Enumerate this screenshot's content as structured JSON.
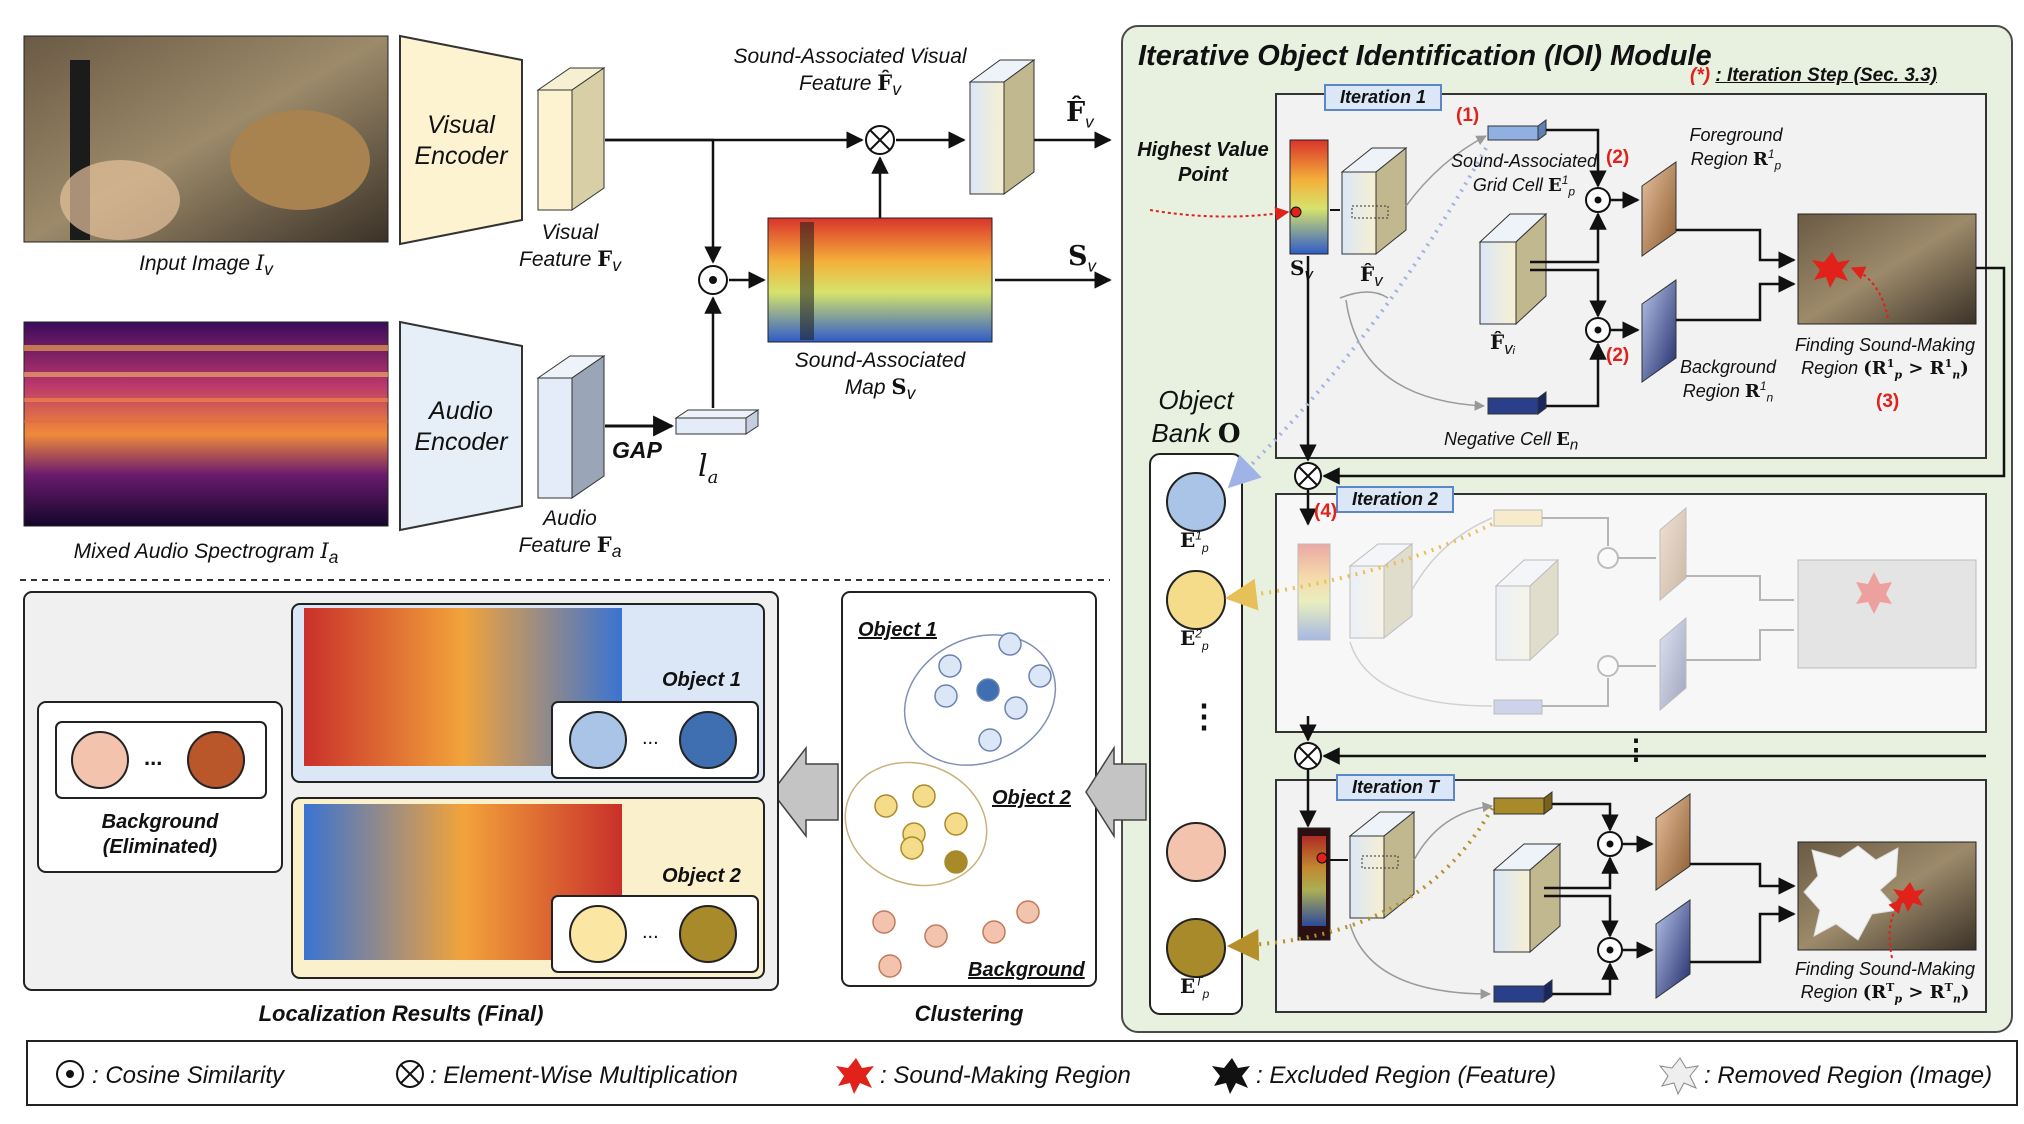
{
  "input": {
    "image_label": "Input Image",
    "image_sym": "I",
    "image_sub": "v",
    "spectrogram_label": "Mixed Audio Spectrogram",
    "spectrogram_sym": "I",
    "spectrogram_sub": "a"
  },
  "encoders": {
    "visual_l1": "Visual",
    "visual_l2": "Encoder",
    "audio_l1": "Audio",
    "audio_l2": "Encoder"
  },
  "features": {
    "visual_l1": "Visual",
    "visual_l2": "Feature",
    "visual_sym": "F",
    "visual_sub": "v",
    "audio_l1": "Audio",
    "audio_l2": "Feature",
    "audio_sym": "F",
    "audio_sub": "a",
    "gap": "GAP",
    "la_sym": "l",
    "la_sub": "a",
    "sav_l1": "Sound-Associated Visual",
    "sav_l2": "Feature",
    "sav_sym": "F̂",
    "sav_sub": "v",
    "out_f_sym": "F̂",
    "out_f_sub": "v",
    "out_s_sym": "S",
    "out_s_sub": "v",
    "map_l1": "Sound-Associated",
    "map_l2": "Map",
    "map_sym": "S",
    "map_sub": "v"
  },
  "ioi": {
    "title": "Iterative Object Identification (IOI) Module",
    "iter_note_mark": "(*)",
    "iter_note_text": ": Iteration Step (Sec. 3.3)",
    "iteration1": "Iteration 1",
    "iteration2": "Iteration 2",
    "iterationT": "Iteration T",
    "highest_l1": "Highest Value",
    "highest_l2": "Point",
    "grid_l1": "Sound-Associated",
    "grid_l2": "Grid Cell",
    "grid_sym": "E",
    "grid_sub": "p",
    "grid_sup": "1",
    "fg_l1": "Foreground",
    "fg_l2": "Region",
    "fg_sym": "R",
    "fg_sub": "p",
    "fg_sup": "1",
    "bg_l1": "Background",
    "bg_l2": "Region",
    "bg_sym": "R",
    "bg_sub": "n",
    "bg_sup": "1",
    "neg_l1": "Negative Cell",
    "neg_sym": "E",
    "neg_sub": "n",
    "find1_l1": "Finding Sound-Making",
    "find1_l2": "Region",
    "find1_math": "(R",
    "findT_l1": "Finding Sound-Making",
    "findT_l2": "Region",
    "sv_sym": "S",
    "sv_sub": "v",
    "fv_sym": "F̂",
    "fv_sub": "v",
    "fvi_sym": "F̂",
    "fvi_sub": "v",
    "fvi_subsub": "i",
    "step1": "(1)",
    "step2a": "(2)",
    "step2b": "(2)",
    "step3": "(3)",
    "step4": "(4)",
    "sup1": "1",
    "supT": "T",
    "sub_p": "p",
    "sub_n": "n"
  },
  "bank": {
    "title_l1": "Object",
    "title_l2": "Bank",
    "title_sym": "O",
    "e1_sym": "E",
    "e1_sub": "p",
    "e1_sup": "1",
    "e2_sym": "E",
    "e2_sub": "p",
    "e2_sup": "2",
    "eT_sym": "E",
    "eT_sub": "p",
    "eT_sup": "T",
    "dots": "⋮"
  },
  "clustering": {
    "object1": "Object 1",
    "object2": "Object 2",
    "background": "Background",
    "caption": "Clustering"
  },
  "results": {
    "object1": "Object 1",
    "object2": "Object 2",
    "background_l1": "Background",
    "background_l2": "(Eliminated)",
    "ellipsis": "...",
    "caption": "Localization Results (Final)"
  },
  "legend": {
    "cosine": ": Cosine Similarity",
    "elementwise": ": Element-Wise Multiplication",
    "sound_region": ": Sound-Making Region",
    "excluded": ": Excluded Region (Feature)",
    "removed": ": Removed Region (Image)"
  },
  "colors": {
    "ioi_bg": "#e8f1e0",
    "ioi_border": "#4a4a4a",
    "step_red": "#e0221b",
    "obj1_dark": "#3f6fb0",
    "obj1_light": "#a9c4e6",
    "obj2_dark": "#a98a2a",
    "obj2_light": "#f5dc8a",
    "bg_light": "#f3c3ae",
    "bg_dark": "#b9562a",
    "encoder_fill": "#fdf3d0",
    "audio_encoder_fill": "#e6eef8"
  }
}
